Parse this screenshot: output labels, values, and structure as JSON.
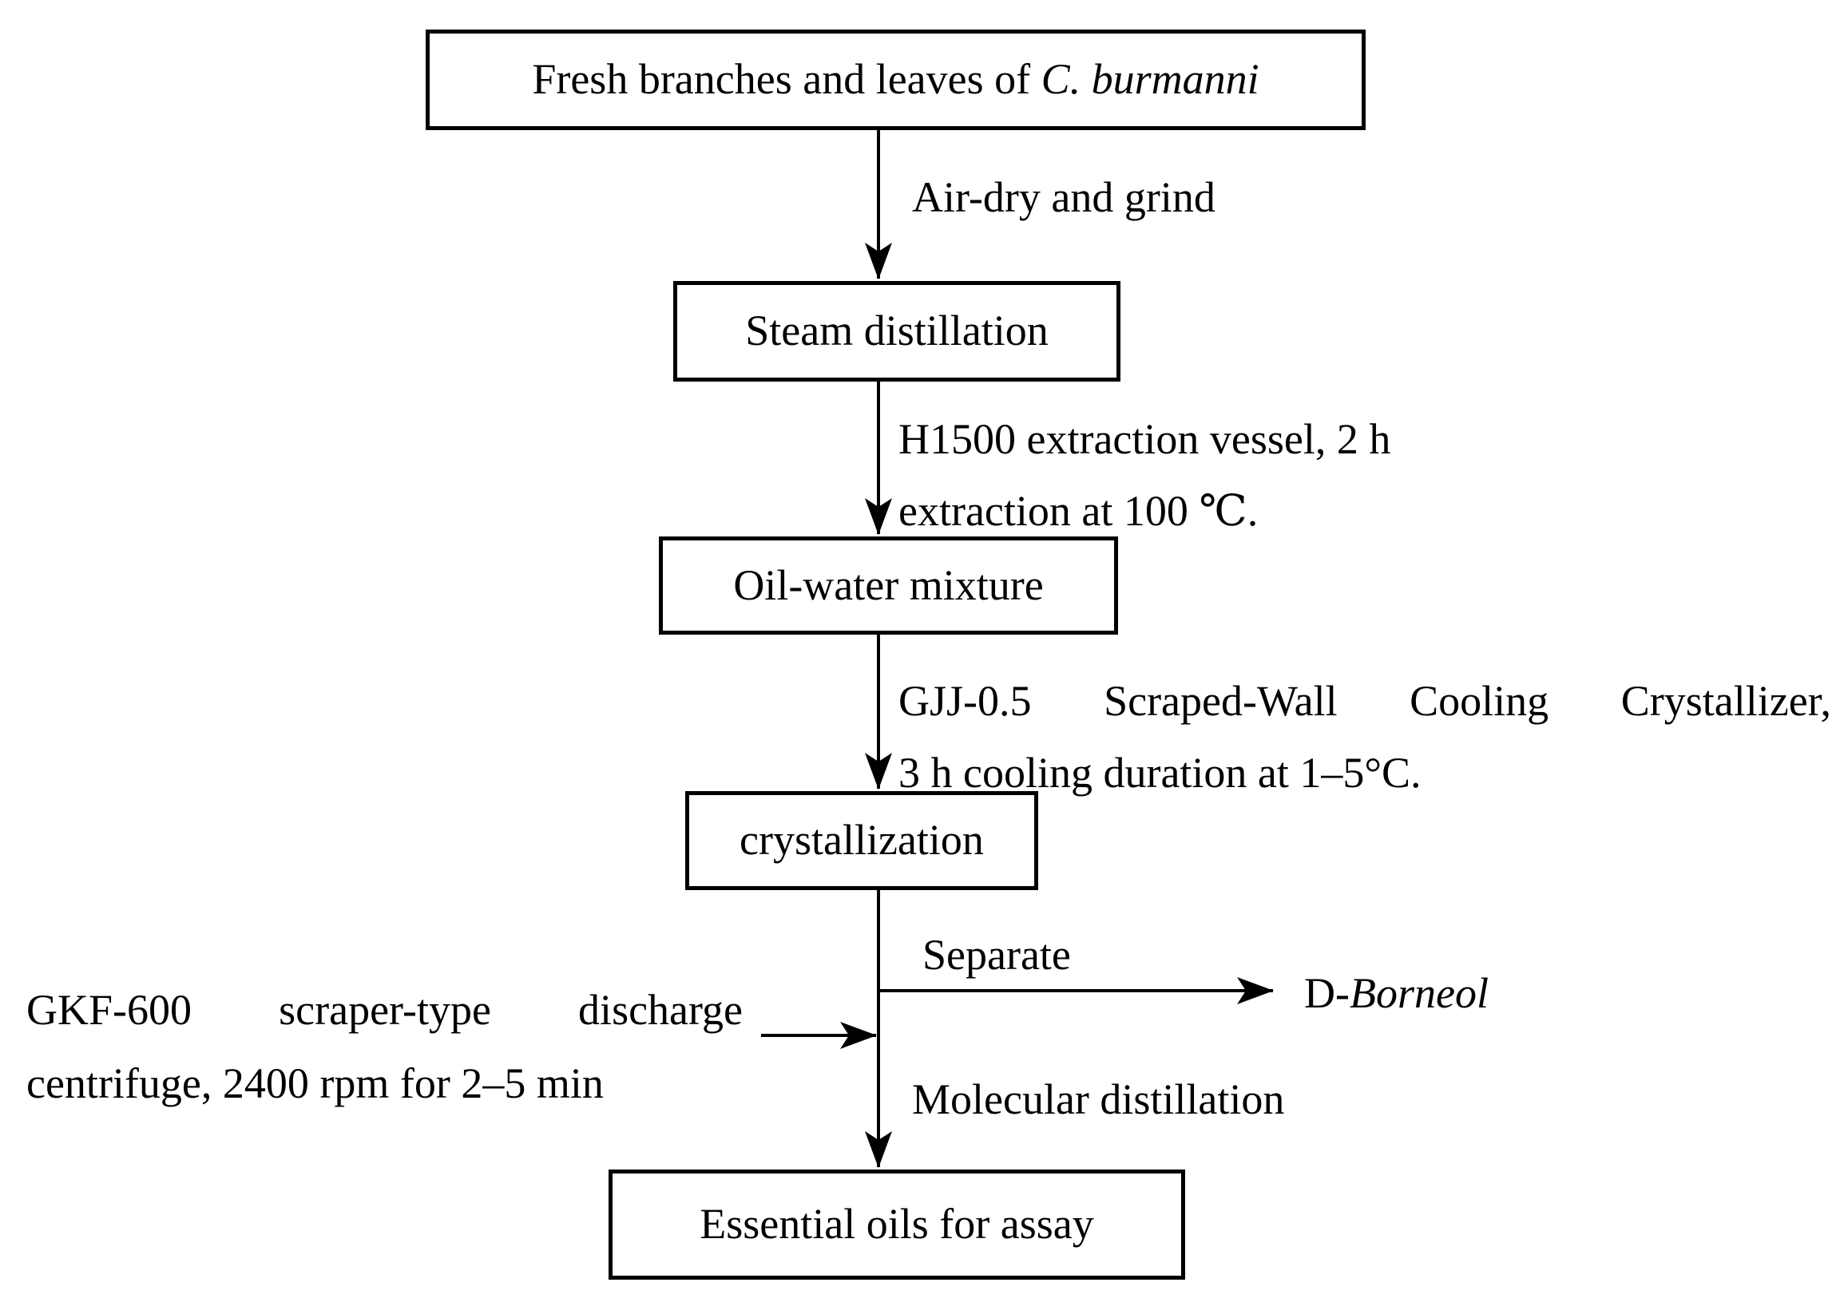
{
  "colors": {
    "ink": "#000000",
    "paper": "#ffffff"
  },
  "flowchart": {
    "boxes": {
      "source": {
        "plain": "Fresh branches and leaves of ",
        "italic": "C. burmanni"
      },
      "steam": "Steam distillation",
      "oil_water": "Oil-water mixture",
      "crystallization": "crystallization",
      "essential_oils": "Essential oils for assay"
    },
    "labels": {
      "air_dry": "Air-dry and grind",
      "h1500_line1": "H1500 extraction vessel, 2 h",
      "h1500_line2": "extraction at 100 ℃.",
      "gjj_line1": "GJJ-0.5 Scraped-Wall Cooling Crystallizer,",
      "gjj_line2": "3 h cooling duration at 1–5°C.",
      "separate": "Separate",
      "borneol_prefix": "D-",
      "borneol_name": "Borneol",
      "gkf_line1": "GKF-600 scraper-type discharge",
      "gkf_line2": "centrifuge, 2400 rpm for 2–5 min",
      "molecular": "Molecular distillation"
    }
  }
}
